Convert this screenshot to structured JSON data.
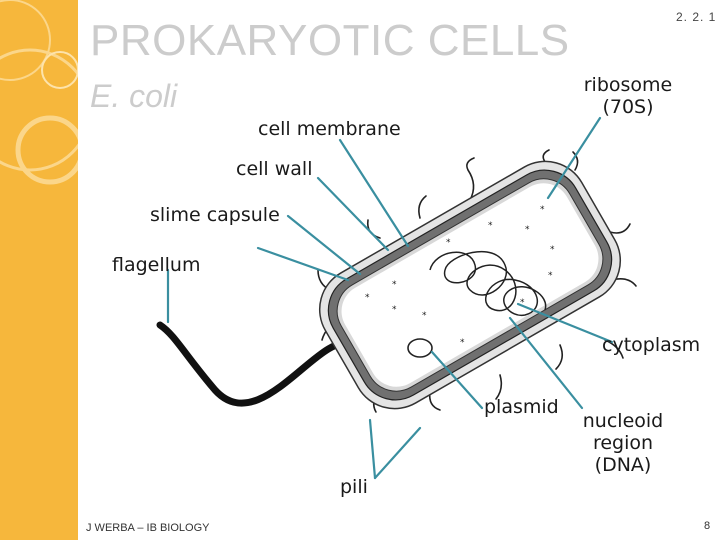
{
  "slide": {
    "title": "PROKARYOTIC CELLS",
    "subtitle": "E. coli",
    "code": "2. 2. 1",
    "footer": "J WERBA – IB BIOLOGY",
    "page_number": "8"
  },
  "labels": {
    "ribosome": "ribosome",
    "ribosome_sub": "(70S)",
    "cell_membrane": "cell membrane",
    "cell_wall": "cell wall",
    "slime_capsule": "slime capsule",
    "flagellum": "flagellum",
    "cytoplasm": "cytoplasm",
    "plasmid": "plasmid",
    "nucleoid_1": "nucleoid",
    "nucleoid_2": "region",
    "nucleoid_3": "(DNA)",
    "pili": "pili"
  },
  "colors": {
    "sidebar": "#f6b73c",
    "leader_line": "#3a8fa0",
    "cell_wall": "#555555",
    "title_text": "#cccccc"
  }
}
